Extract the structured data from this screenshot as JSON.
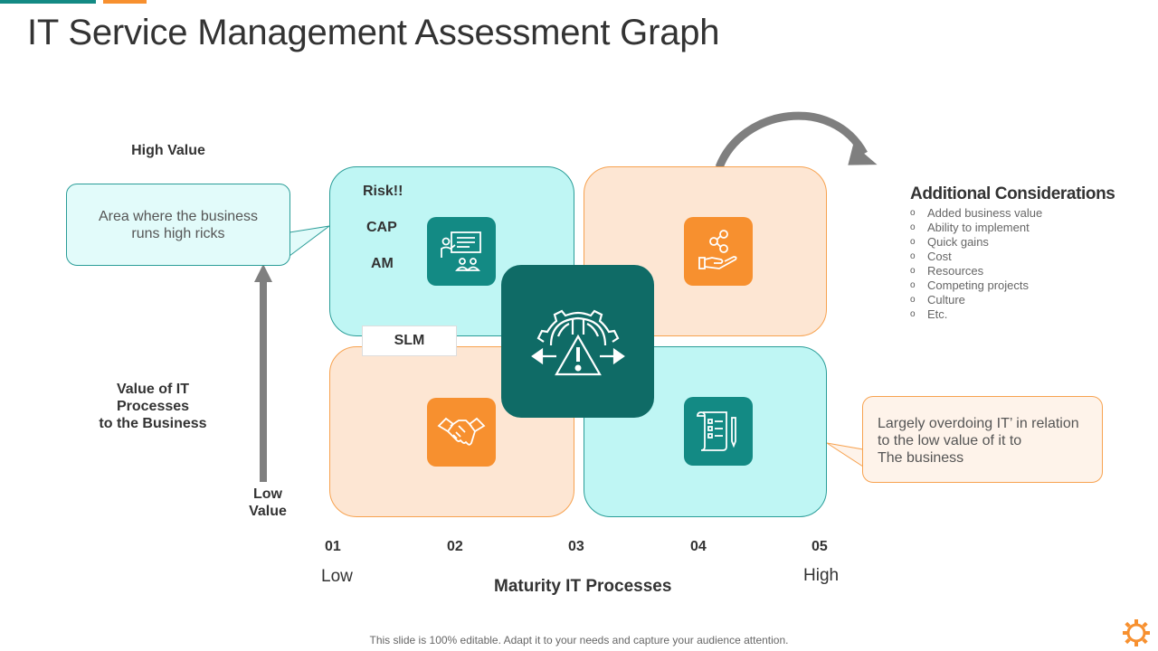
{
  "title": "IT Service Management Assessment Graph",
  "y_axis": {
    "high": "High Value",
    "label": "Value of IT Processes to the Business",
    "label_lines": [
      "Value of IT",
      "Processes",
      "to the Business"
    ],
    "low_lines": [
      "Low",
      "Value"
    ]
  },
  "x_axis": {
    "ticks": [
      "01",
      "02",
      "03",
      "04",
      "05"
    ],
    "low": "Low",
    "high": "High",
    "label": "Maturity IT Processes"
  },
  "quadrants": {
    "top_left": {
      "labels": [
        "Risk!!",
        "CAP",
        "AM"
      ],
      "icon": "presentation-icon"
    },
    "top_right": {
      "icon": "share-hand-icon"
    },
    "bottom_left": {
      "icon": "handshake-icon"
    },
    "bottom_right": {
      "icon": "checklist-scroll-icon"
    },
    "center": {
      "icon": "hardhat-gear-warning-icon"
    }
  },
  "slm_label": "SLM",
  "callouts": {
    "left_lines": [
      "Area where the business",
      "runs high ricks"
    ],
    "right_lines": [
      "Largely overdoing IT’ in relation",
      "to the low value of it to",
      "The business"
    ]
  },
  "considerations": {
    "title": "Additional Considerations",
    "bullet": "o",
    "items": [
      "Added business value",
      "Ability to implement",
      "Quick gains",
      "Cost",
      "Resources",
      "Competing  projects",
      "Culture",
      "Etc."
    ]
  },
  "footer": "This slide is 100% editable. Adapt it to your  needs and capture your audience attention.",
  "colors": {
    "teal": "#138a84",
    "dark_teal": "#0f6b66",
    "orange": "#f7902f",
    "light_teal": "#bff6f4",
    "light_orange": "#fde6d3",
    "arrow_gray": "#7f7f7f"
  }
}
